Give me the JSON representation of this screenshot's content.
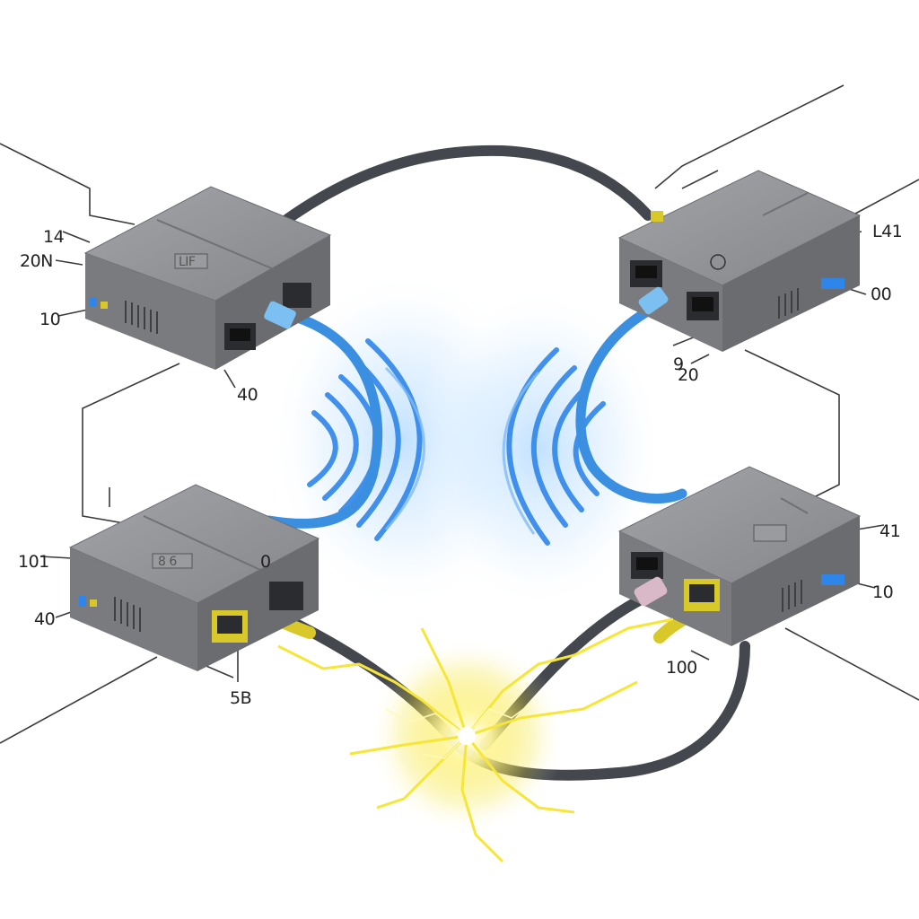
{
  "colors": {
    "device_top": "#8e8f93",
    "device_front": "#76777b",
    "device_side": "#5f6064",
    "port": "#2b2c30",
    "cable_gray": "#44474d",
    "cable_blue": "#3b8fe0",
    "wave_blue": "#2f86ea",
    "cable_yellow": "#d9c82a",
    "spark": "#f6e63a",
    "leader": "#333333",
    "label": "#222222"
  },
  "devices": [
    {
      "id": "top-left",
      "badge": "LIF",
      "icon": "ethernet-port-icon"
    },
    {
      "id": "top-right",
      "badge": "",
      "icon": "ethernet-port-icon"
    },
    {
      "id": "bottom-left",
      "badge": "8 6",
      "icon": "ethernet-port-icon"
    },
    {
      "id": "bottom-right",
      "badge": "",
      "icon": "ethernet-port-icon"
    }
  ],
  "labels": {
    "tl_a": "14",
    "tl_b": "20N",
    "tl_c": "10",
    "tl_d": "40",
    "tr_a": "L41",
    "tr_b": "00",
    "tr_c": "9",
    "tr_d": "20",
    "bl_a": "101",
    "bl_b": "40",
    "bl_c": "5B",
    "bl_d": "0",
    "br_a": "41",
    "br_b": "10",
    "br_c": "100"
  },
  "effects": {
    "wave_icon": "signal-wave-icon",
    "spark_icon": "electric-spark-icon"
  }
}
